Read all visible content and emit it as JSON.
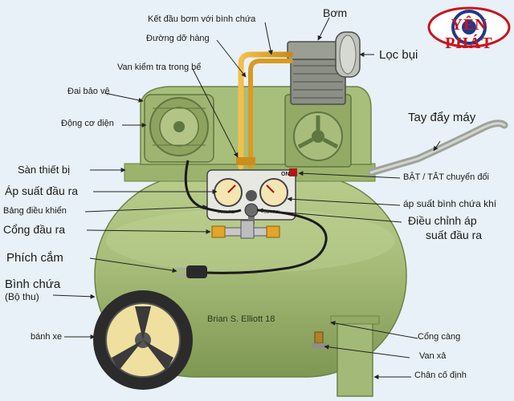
{
  "labels": {
    "connector": "Kết đầu bơm với bình chứa",
    "pump": "Bơm",
    "guide_line": "Đường dỡ hàng",
    "check_valve": "Van kiểm tra trong bể",
    "filter": "Lọc bụi",
    "belt_guard": "Đai bảo vệ",
    "motor": "Động cơ điện",
    "handle": "Tay đẩy máy",
    "deck": "Sàn thiết bị",
    "output_pressure": "Áp suất đầu ra",
    "on_off": "BẬT / TẮT chuyển đổi",
    "control_panel": "Bảng điều khiển",
    "tank_pressure": "áp suất bình chứa khí",
    "outlet": "Cổng đầu ra",
    "regulator_1": "Điều chỉnh áp",
    "regulator_2": "suất đầu ra",
    "plug": "Phích cắm",
    "tank": "Bình chứa",
    "receiver": "(Bộ thu)",
    "wheel": "bánh xe",
    "stand": "Cổng càng",
    "drain": "Van xả",
    "foot": "Chân cố định"
  },
  "signature": "Brian S. Elliott 18",
  "panel": {
    "on": "ON",
    "gauge_left": "TANK PSI",
    "gauge_right": "OUT PSI"
  },
  "logo": {
    "text": "YÊN PHÁT"
  },
  "colors": {
    "background": "#e8f1f7",
    "tank": "#a9bf7c",
    "tank_dark": "#7f9a55",
    "pipe": "#e0a62a",
    "logo_red": "#c8141e"
  }
}
